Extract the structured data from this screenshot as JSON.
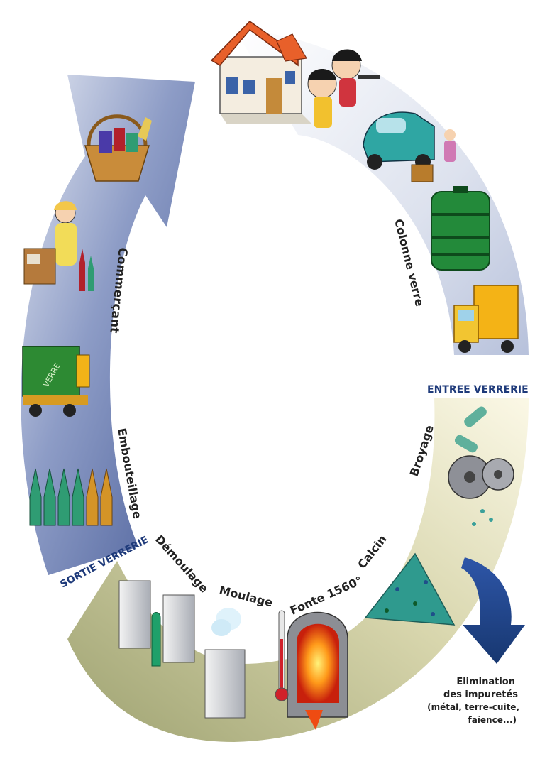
{
  "stages": {
    "commercant": "Commerçant",
    "colonne_verre": "Colonne verre",
    "entree_verrerie": "ENTREE VERRERIE",
    "broyage": "Broyage",
    "calcin": "Calcin",
    "fonte": "Fonte 1560°",
    "moulage": "Moulage",
    "demoulage": "Démoulage",
    "sortie_verrerie": "SORTIE VERRERIE",
    "embouteillage": "Embouteillage"
  },
  "elimination": {
    "line1": "Elimination",
    "line2": "des impuretés",
    "line3": "(métal, terre-cuite,",
    "line4": "faïence...)"
  },
  "truck_label": "VERRE",
  "colors": {
    "arrow_blue": "#5b6fa8",
    "ring_grey_blue": "#c9d2e3",
    "ring_olive": "#b7b98a",
    "ring_cream": "#f1eccf",
    "entree_text": "#1e3a7a",
    "elimination_arrow": "#1f3f86"
  }
}
